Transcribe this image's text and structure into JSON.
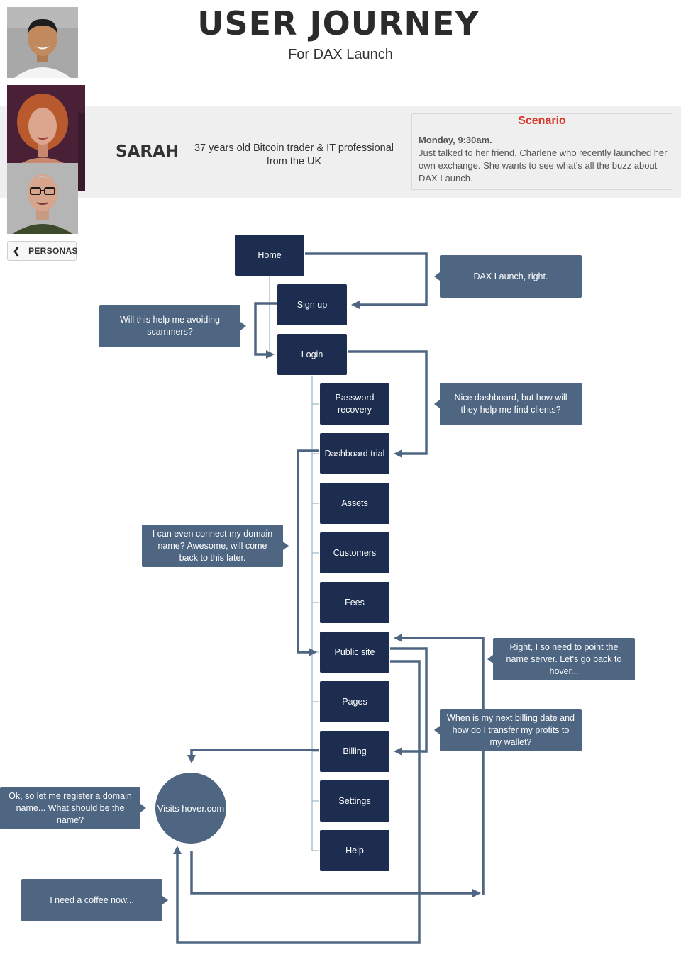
{
  "header": {
    "title": "USER JOURNEY",
    "subtitle": "For DAX Launch"
  },
  "persona": {
    "name": "SARAH",
    "description": "37 years old Bitcoin trader & IT professional from the UK",
    "scenario": {
      "title": "Scenario",
      "time": "Monday, 9:30am.",
      "text": "Just talked to her friend, Charlene who recently launched her own exchange. She wants to see what's all the buzz about DAX Launch."
    },
    "back_label": "PERSONAS"
  },
  "nodes": {
    "home": "Home",
    "signup": "Sign up",
    "login": "Login",
    "password_recovery": "Password recovery",
    "dashboard_trial": "Dashboard trial",
    "assets": "Assets",
    "customers": "Customers",
    "fees": "Fees",
    "public_site": "Public site",
    "pages": "Pages",
    "billing": "Billing",
    "settings": "Settings",
    "help": "Help",
    "visits_hover": "Visits hover.com"
  },
  "thoughts": {
    "dax_launch_right": "DAX Launch, right.",
    "avoid_scammers": "Will this help me avoiding scammers?",
    "nice_dashboard": "Nice dashboard, but how will they help me find clients?",
    "connect_domain": "I can even connect my domain name? Awesome, will come back to this later.",
    "point_name_server": "Right, I so need to point the name server. Let's go back to hover...",
    "billing_question": "When is my next billing date and how do I transfer my profits to my wallet?",
    "register_domain": "Ok, so let me register a domain name... What should be the name?",
    "coffee": "I need a coffee now..."
  },
  "colors": {
    "node": "#1c2d4f",
    "bubble": "#4f6683",
    "scenario_title": "#d9372a",
    "connector": "#4f6683"
  }
}
